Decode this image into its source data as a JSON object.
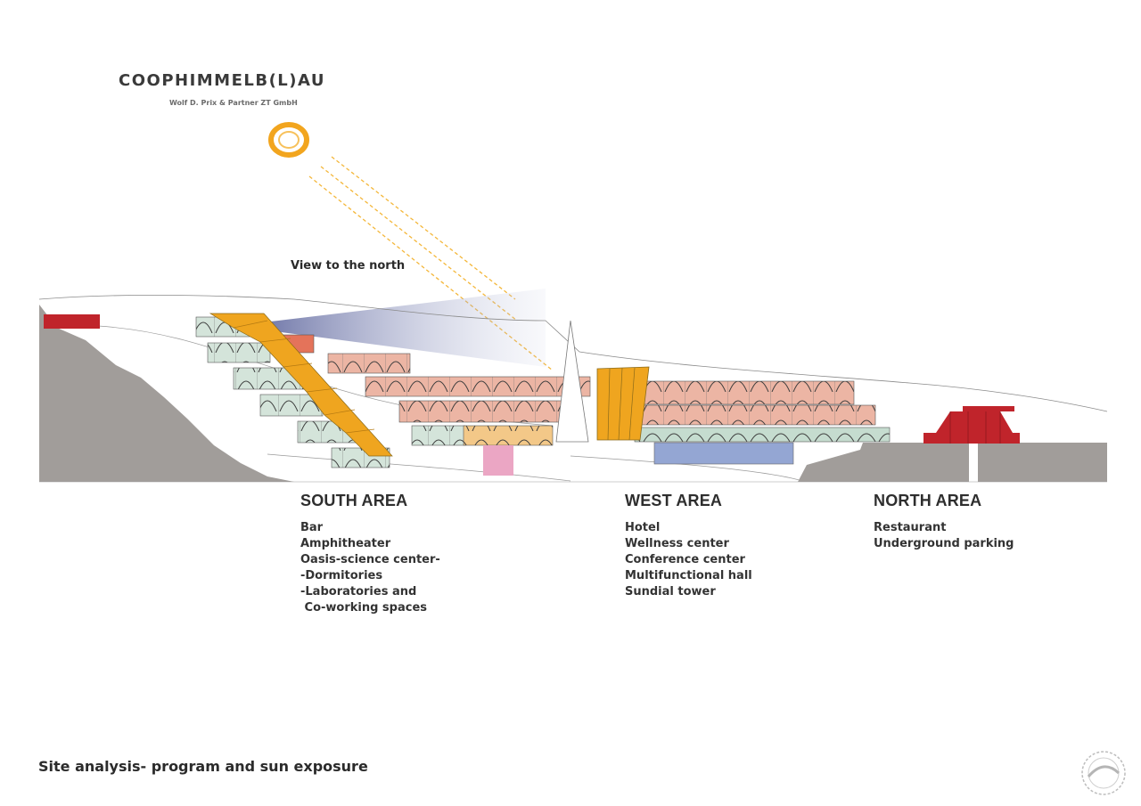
{
  "logo": {
    "wordmark": "COOPHIMMELB(L)AU",
    "subline": "Wolf D. Prix & Partner ZT GmbH"
  },
  "view_label": "View to the north",
  "areas": {
    "south": {
      "title": "SOUTH AREA",
      "items": [
        "Bar",
        "Amphitheater",
        "Oasis-science center-",
        "-Dormitories",
        "-Laboratories and",
        " Co-working spaces"
      ]
    },
    "west": {
      "title": "WEST AREA",
      "items": [
        "Hotel",
        "Wellness center",
        "Conference center",
        "Multifunctional hall",
        "Sundial tower"
      ]
    },
    "north": {
      "title": "NORTH AREA",
      "items": [
        "Restaurant",
        "Underground parking"
      ]
    }
  },
  "caption": "Site analysis- program and sun exposure",
  "colors": {
    "terrain": "#a19d9a",
    "sun": "#f2a51e",
    "sun_rays": "#f4b73a",
    "amphitheater": "#efa51f",
    "dormitories": "#eab2a0",
    "laboratories": "#cfe1d6",
    "bar": "#c0242b",
    "restaurant": "#c0242b",
    "wellness": "#94a6d3",
    "pink_block": "#eba6c4",
    "sundial_tower": "#ffffff"
  },
  "icons": {
    "sun": "sun-icon",
    "watermark": "archcn-watermark-icon"
  }
}
